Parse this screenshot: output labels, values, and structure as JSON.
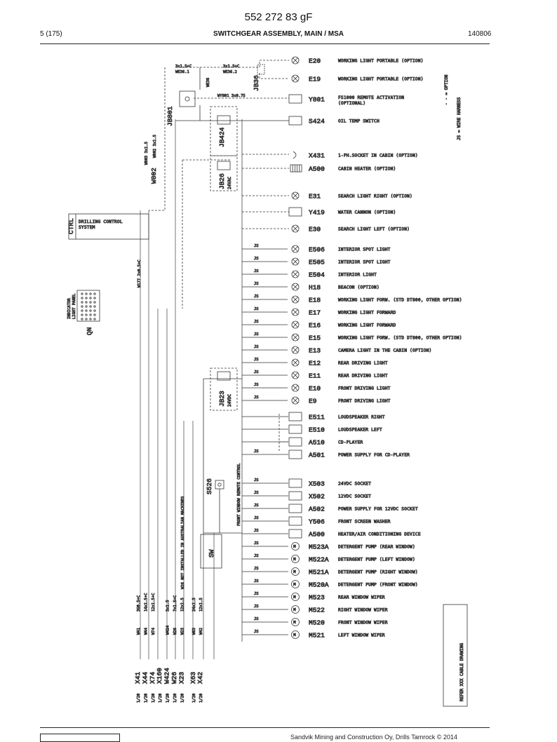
{
  "header": {
    "doc_code": "552 272 83 gF",
    "page": "5 (175)",
    "title": "SWITCHGEAR ASSEMBLY, MAIN / MSA",
    "date": "140806"
  },
  "footer": {
    "text": "Sandvik Mining and Construction Oy, Drills Tamrock © 2014"
  },
  "legend": {
    "option": "- - = OPTION",
    "js": "JS = WIRE HARNESS",
    "refer": "REFER XXX CABLE DRAWING"
  },
  "blocks": {
    "jb36": "JB36",
    "jb801": "JB801",
    "jb424": "JB424",
    "jb26": "JB26",
    "jb26_sub": "24VAC",
    "jb23": "JB23",
    "jb23_sub": "24VDC",
    "ctrl_tag": "CTRL",
    "ctrl_desc1": "DRILLING CONTROL",
    "ctrl_desc2": "SYSTEM",
    "qn_tag": "QN",
    "qn_desc1": "INDICATOR",
    "qn_desc2": "LIGHT PANEL",
    "sw": "SW",
    "s526": "S526",
    "w802": "W802"
  },
  "wire_labels": {
    "we36_1": "WE36.1",
    "we36_2": "WE36.2",
    "we36": "WE36",
    "w36_1": "3x1.5+C",
    "w36_2": "3x1.5+C",
    "wy801": "WY801 3x0.75",
    "w803": "W803 3x1.5",
    "w802": "W802 3x1.5",
    "w177": "W177 2x0.5+C",
    "note_au": "W26 NOT INSTALLED IN AUSTRALIAN MACHINES",
    "note_fw": "FRONT WINDOW REMOTE CONTROL"
  },
  "components": [
    {
      "id": "E20",
      "desc": "WORKING LIGHT PORTABLE (OPTION)"
    },
    {
      "id": "E19",
      "desc": "WORKING LIGHT PORTABLE (OPTION)"
    },
    {
      "id": "Y801",
      "desc": "FS1000 REMOTE ACTIVATION",
      "desc2": "(OPTIONAL)"
    },
    {
      "id": "S424",
      "desc": "OIL TEMP SWITCH"
    },
    {
      "id": "X431",
      "desc": "1-PH.SOCKET IN CABIN (OPTION)"
    },
    {
      "id": "A500",
      "desc": "CABIN HEATER (OPTION)"
    },
    {
      "id": "E31",
      "desc": "SEARCH LIGHT RIGHT (OPTION)"
    },
    {
      "id": "Y419",
      "desc": "WATER CANNON (OPTION)"
    },
    {
      "id": "E30",
      "desc": "SEARCH LIGHT LEFT (OPTION)"
    },
    {
      "id": "E506",
      "desc": "INTERIOR SPOT LIGHT"
    },
    {
      "id": "E505",
      "desc": "INTERIOR SPOT LIGHT"
    },
    {
      "id": "E504",
      "desc": "INTERIOR LIGHT"
    },
    {
      "id": "H18",
      "desc": "BEACON (OPTION)"
    },
    {
      "id": "E18",
      "desc": "WORKING LIGHT FORW. (STD DT800, OTHER OPTION)"
    },
    {
      "id": "E17",
      "desc": "WORKING LIGHT FORWARD"
    },
    {
      "id": "E16",
      "desc": "WORKING LIGHT FORWARD"
    },
    {
      "id": "E15",
      "desc": "WORKING LIGHT FORW. (STD DT800, OTHER OPTION)"
    },
    {
      "id": "E13",
      "desc": "CAMERA LIGHT IN THE CABIN (OPTION)"
    },
    {
      "id": "E12",
      "desc": "REAR DRIVING LIGHT"
    },
    {
      "id": "E11",
      "desc": "REAR DRIVING LIGHT"
    },
    {
      "id": "E10",
      "desc": "FRONT DRIVING LIGHT"
    },
    {
      "id": "E9",
      "desc": "FRONT DRIVING LIGHT"
    },
    {
      "id": "E511",
      "desc": "LOUDSPEAKER RIGHT"
    },
    {
      "id": "E510",
      "desc": "LOUDSPEAKER LEFT"
    },
    {
      "id": "A510",
      "desc": "CD-PLAYER"
    },
    {
      "id": "A501",
      "desc": "POWER SUPPLY FOR CD-PLAYER"
    },
    {
      "id": "X503",
      "desc": "24VDC SOCKET"
    },
    {
      "id": "X502",
      "desc": "12VDC SOCKET"
    },
    {
      "id": "A502",
      "desc": "POWER SUPPLY FOR 12VDC SOCKET"
    },
    {
      "id": "Y506",
      "desc": "FRONT SCREEN WASHER"
    },
    {
      "id": "A500",
      "desc": "HEATER/AIR CONDITIONING DEVICE"
    },
    {
      "id": "M523A",
      "desc": "DETERGENT PUMP (REAR WINDOW)"
    },
    {
      "id": "M522A",
      "desc": "DETERGENT PUMP (LEFT WINDOW)"
    },
    {
      "id": "M521A",
      "desc": "DETERGENT PUMP (RIGHT WINDOW)"
    },
    {
      "id": "M520A",
      "desc": "DETERGENT PUMP (FRONT WINDOW)"
    },
    {
      "id": "M523",
      "desc": "REAR WINDOW WIPER"
    },
    {
      "id": "M522",
      "desc": "RIGHT WINDOW WIPER"
    },
    {
      "id": "M520",
      "desc": "FRONT WINDOW WIPER"
    },
    {
      "id": "M521",
      "desc": "LEFT WINDOW WIPER"
    }
  ],
  "connectors": [
    {
      "id": "X41",
      "wire": "W41",
      "spec": "3G0.5+C"
    },
    {
      "id": "X44",
      "wire": "W44",
      "spec": "14x1.5+C"
    },
    {
      "id": "X74",
      "wire": "W74",
      "spec": "12x1.5+C"
    },
    {
      "id": "X160",
      "wire": "",
      "spec": ""
    },
    {
      "id": "W424",
      "wire": "W424",
      "spec": "3x1.5"
    },
    {
      "id": "W26",
      "wire": "W26",
      "spec": "7x1.5+C"
    },
    {
      "id": "X23",
      "wire": "W23",
      "spec": "12x1.5"
    },
    {
      "id": "X63",
      "wire": "W63",
      "spec": "24x1.5"
    },
    {
      "id": "X42",
      "wire": "W42",
      "spec": "12x1.5"
    }
  ],
  "sheet_ref": "1/20"
}
